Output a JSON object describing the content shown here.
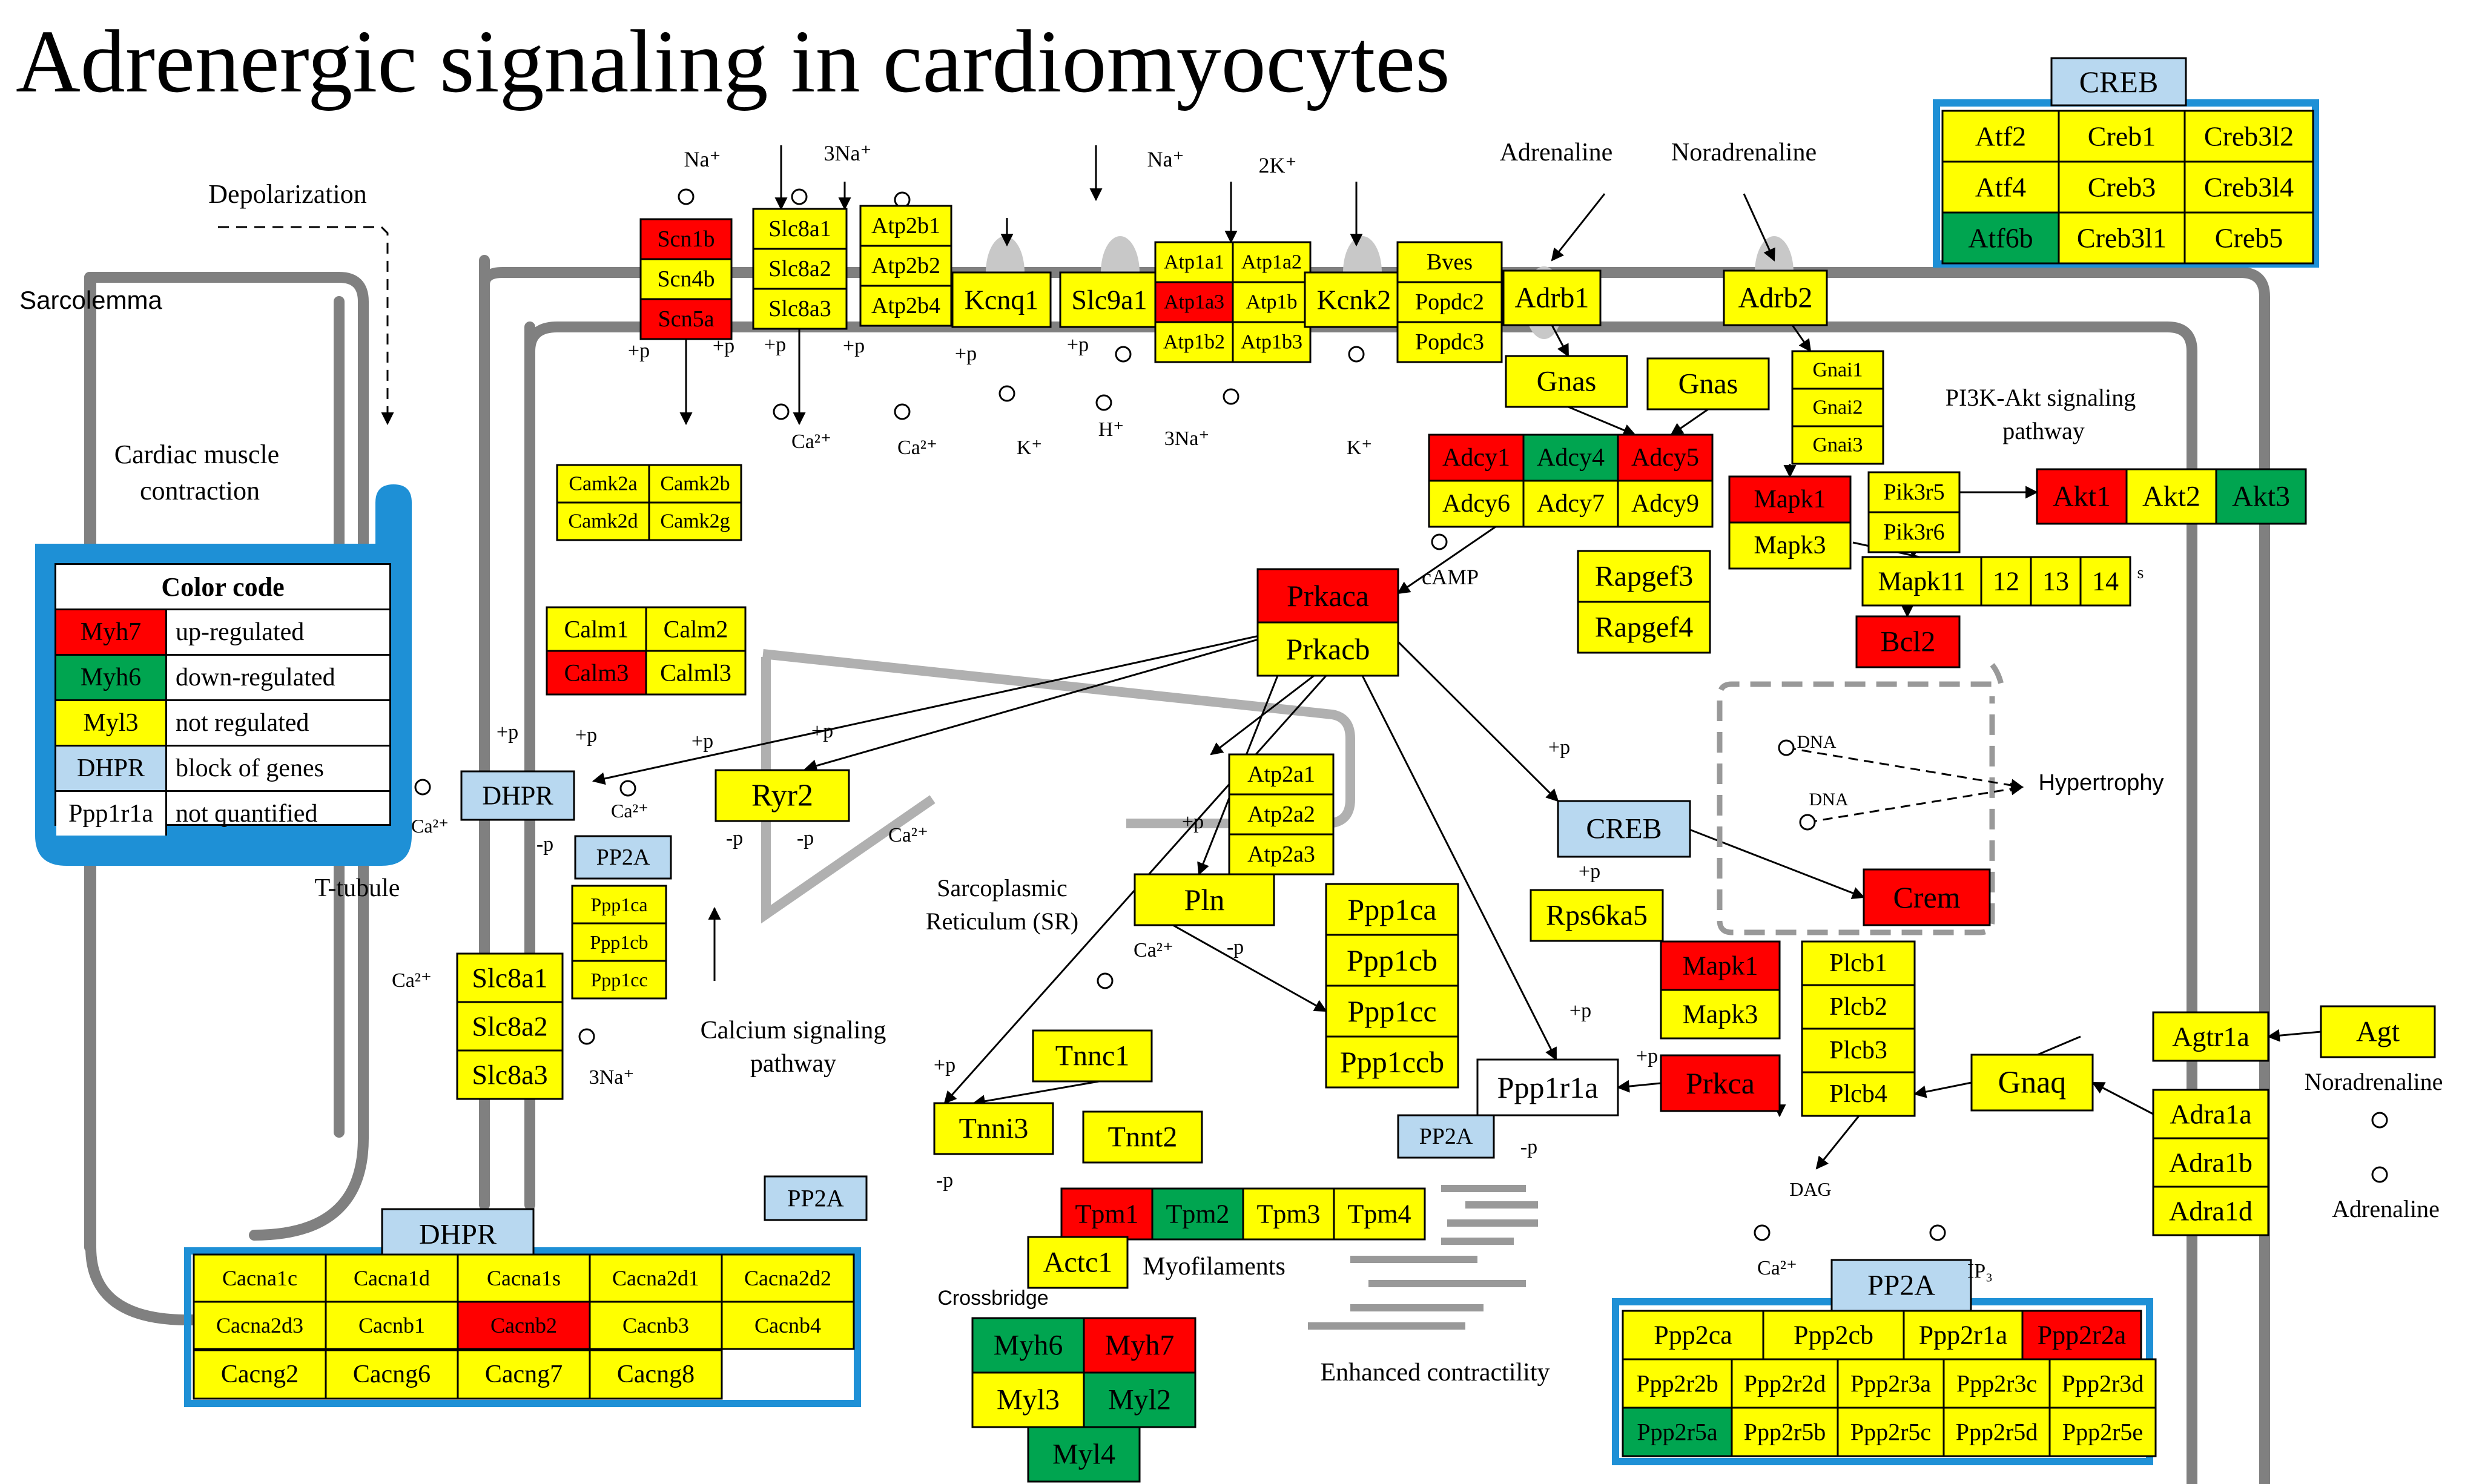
{
  "title": "Adrenergic signaling in cardiomyocytes",
  "colors": {
    "up": "#ff0000",
    "down": "#00a550",
    "none": "#ffff00",
    "block": "#b8d8f0",
    "nq": "#ffffff",
    "membrane": "#808080",
    "group_border": "#1e90d6"
  },
  "legend": {
    "title": "Color code",
    "rows": [
      {
        "gene": "Myh7",
        "status": "up",
        "text": "up-regulated"
      },
      {
        "gene": "Myh6",
        "status": "down",
        "text": "down-regulated"
      },
      {
        "gene": "Myl3",
        "status": "none",
        "text": "not regulated"
      },
      {
        "gene": "DHPR",
        "status": "block",
        "text": "block of genes"
      },
      {
        "gene": "Ppp1r1a",
        "status": "nq",
        "text": "not quantified"
      }
    ]
  },
  "labels": {
    "depolarization": "Depolarization",
    "sarcolemma": "Sarcolemma",
    "cardiac_muscle": "Cardiac muscle",
    "contraction": "contraction",
    "t_tubule": "T-tubule",
    "na_top": "Na⁺",
    "three_na_top": "3Na⁺",
    "na_top2": "Na⁺",
    "two_k": "2K⁺",
    "ca_a": "Ca²⁺",
    "ca_b": "Ca²⁺",
    "k_a": "K⁺",
    "h": "H⁺",
    "three_na_b": "3Na⁺",
    "k_b": "K⁺",
    "adrenaline": "Adrenaline",
    "noradrenaline": "Noradrenaline",
    "camp": "cAMP",
    "pi3k": "PI3K-Akt signaling",
    "pathway": "pathway",
    "dna1": "DNA",
    "dna2": "DNA",
    "hypertrophy": "Hypertrophy",
    "sr1": "Sarcoplasmic",
    "sr2": "Reticulum (SR)",
    "ca_sr": "Ca²⁺",
    "ca_dhpr": "Ca²⁺",
    "ca_dhpr2": "Ca²⁺",
    "ca_ryr": "Ca²⁺",
    "calcium_sig1": "Calcium signaling",
    "calcium_sig2": "pathway",
    "ca_ncx": "Ca²⁺",
    "three_na_ncx": "3Na⁺",
    "crossbridge": "Crossbridge",
    "myofilaments": "Myofilaments",
    "enhanced": "Enhanced contractility",
    "noradrenaline2": "Noradrenaline",
    "adrenaline2": "Adrenaline",
    "dag": "DAG",
    "ca_bottom": "Ca²⁺",
    "ip3": "IP₃",
    "p_plus": "+p",
    "p_minus": "-p",
    "small_s": "s"
  },
  "genes": [
    {
      "id": "scn1b",
      "name": "Scn1b",
      "s": "up"
    },
    {
      "id": "scn4b",
      "name": "Scn4b",
      "s": "none"
    },
    {
      "id": "scn5a",
      "name": "Scn5a",
      "s": "up"
    },
    {
      "id": "slc8a1t",
      "name": "Slc8a1",
      "s": "none"
    },
    {
      "id": "slc8a2t",
      "name": "Slc8a2",
      "s": "none"
    },
    {
      "id": "slc8a3t",
      "name": "Slc8a3",
      "s": "none"
    },
    {
      "id": "atp2b1",
      "name": "Atp2b1",
      "s": "none"
    },
    {
      "id": "atp2b2",
      "name": "Atp2b2",
      "s": "none"
    },
    {
      "id": "atp2b4",
      "name": "Atp2b4",
      "s": "none"
    },
    {
      "id": "kcnq1",
      "name": "Kcnq1",
      "s": "none"
    },
    {
      "id": "slc9a1",
      "name": "Slc9a1",
      "s": "none"
    },
    {
      "id": "atp1a1",
      "name": "Atp1a1",
      "s": "none"
    },
    {
      "id": "atp1a2",
      "name": "Atp1a2",
      "s": "none"
    },
    {
      "id": "atp1a3",
      "name": "Atp1a3",
      "s": "up"
    },
    {
      "id": "atp1b1",
      "name": "Atp1b",
      "s": "none"
    },
    {
      "id": "atp1b2",
      "name": "Atp1b2",
      "s": "none"
    },
    {
      "id": "atp1b3",
      "name": "Atp1b3",
      "s": "none"
    },
    {
      "id": "kcnk2",
      "name": "Kcnk2",
      "s": "none"
    },
    {
      "id": "bves",
      "name": "Bves",
      "s": "none"
    },
    {
      "id": "popdc2",
      "name": "Popdc2",
      "s": "none"
    },
    {
      "id": "popdc3",
      "name": "Popdc3",
      "s": "none"
    },
    {
      "id": "adrb1",
      "name": "Adrb1",
      "s": "none"
    },
    {
      "id": "adrb2",
      "name": "Adrb2",
      "s": "none"
    },
    {
      "id": "gnas1",
      "name": "Gnas",
      "s": "none"
    },
    {
      "id": "gnas2",
      "name": "Gnas",
      "s": "none"
    },
    {
      "id": "gnai1",
      "name": "Gnai1",
      "s": "none"
    },
    {
      "id": "gnai2",
      "name": "Gnai2",
      "s": "none"
    },
    {
      "id": "gnai3",
      "name": "Gnai3",
      "s": "none"
    },
    {
      "id": "adcy1",
      "name": "Adcy1",
      "s": "up"
    },
    {
      "id": "adcy4",
      "name": "Adcy4",
      "s": "down"
    },
    {
      "id": "adcy5",
      "name": "Adcy5",
      "s": "up"
    },
    {
      "id": "adcy6",
      "name": "Adcy6",
      "s": "none"
    },
    {
      "id": "adcy7",
      "name": "Adcy7",
      "s": "none"
    },
    {
      "id": "adcy9",
      "name": "Adcy9",
      "s": "none"
    },
    {
      "id": "mapk1a",
      "name": "Mapk1",
      "s": "up"
    },
    {
      "id": "mapk3a",
      "name": "Mapk3",
      "s": "none"
    },
    {
      "id": "pik3r5",
      "name": "Pik3r5",
      "s": "none"
    },
    {
      "id": "pik3r6",
      "name": "Pik3r6",
      "s": "none"
    },
    {
      "id": "akt1",
      "name": "Akt1",
      "s": "up"
    },
    {
      "id": "akt2",
      "name": "Akt2",
      "s": "none"
    },
    {
      "id": "akt3",
      "name": "Akt3",
      "s": "down"
    },
    {
      "id": "mapk11",
      "name": "Mapk11",
      "s": "none"
    },
    {
      "id": "m12",
      "name": "12",
      "s": "none"
    },
    {
      "id": "m13",
      "name": "13",
      "s": "none"
    },
    {
      "id": "m14",
      "name": "14",
      "s": "none"
    },
    {
      "id": "rapgef3",
      "name": "Rapgef3",
      "s": "none"
    },
    {
      "id": "rapgef4",
      "name": "Rapgef4",
      "s": "none"
    },
    {
      "id": "bcl2",
      "name": "Bcl2",
      "s": "up"
    },
    {
      "id": "camk2a",
      "name": "Camk2a",
      "s": "none"
    },
    {
      "id": "camk2b",
      "name": "Camk2b",
      "s": "none"
    },
    {
      "id": "camk2d",
      "name": "Camk2d",
      "s": "none"
    },
    {
      "id": "camk2g",
      "name": "Camk2g",
      "s": "none"
    },
    {
      "id": "calm1",
      "name": "Calm1",
      "s": "none"
    },
    {
      "id": "calm2",
      "name": "Calm2",
      "s": "none"
    },
    {
      "id": "calm3",
      "name": "Calm3",
      "s": "up"
    },
    {
      "id": "calml3",
      "name": "Calml3",
      "s": "none"
    },
    {
      "id": "prkaca",
      "name": "Prkaca",
      "s": "up"
    },
    {
      "id": "prkacb",
      "name": "Prkacb",
      "s": "none"
    },
    {
      "id": "dhpr_main",
      "name": "DHPR",
      "s": "block"
    },
    {
      "id": "ryr2",
      "name": "Ryr2",
      "s": "none"
    },
    {
      "id": "pp2a_a",
      "name": "PP2A",
      "s": "block"
    },
    {
      "id": "ppp1ca_s",
      "name": "Ppp1ca",
      "s": "none"
    },
    {
      "id": "ppp1cb_s",
      "name": "Ppp1cb",
      "s": "none"
    },
    {
      "id": "ppp1cc_s",
      "name": "Ppp1cc",
      "s": "none"
    },
    {
      "id": "atp2a1",
      "name": "Atp2a1",
      "s": "none"
    },
    {
      "id": "atp2a2",
      "name": "Atp2a2",
      "s": "none"
    },
    {
      "id": "atp2a3",
      "name": "Atp2a3",
      "s": "none"
    },
    {
      "id": "pln",
      "name": "Pln",
      "s": "none"
    },
    {
      "id": "ppp1ca",
      "name": "Ppp1ca",
      "s": "none"
    },
    {
      "id": "ppp1cb",
      "name": "Ppp1cb",
      "s": "none"
    },
    {
      "id": "ppp1cc",
      "name": "Ppp1cc",
      "s": "none"
    },
    {
      "id": "ppp1ccb",
      "name": "Ppp1ccb",
      "s": "none"
    },
    {
      "id": "creb_mid",
      "name": "CREB",
      "s": "block"
    },
    {
      "id": "rps6ka5",
      "name": "Rps6ka5",
      "s": "none"
    },
    {
      "id": "crem",
      "name": "Crem",
      "s": "up"
    },
    {
      "id": "mapk1b",
      "name": "Mapk1",
      "s": "up"
    },
    {
      "id": "mapk3b",
      "name": "Mapk3",
      "s": "none"
    },
    {
      "id": "ppp1r1a",
      "name": "Ppp1r1a",
      "s": "nq"
    },
    {
      "id": "prkca",
      "name": "Prkca",
      "s": "up"
    },
    {
      "id": "pp2a_b",
      "name": "PP2A",
      "s": "block"
    },
    {
      "id": "plcb1",
      "name": "Plcb1",
      "s": "none"
    },
    {
      "id": "plcb2",
      "name": "Plcb2",
      "s": "none"
    },
    {
      "id": "plcb3",
      "name": "Plcb3",
      "s": "none"
    },
    {
      "id": "plcb4",
      "name": "Plcb4",
      "s": "none"
    },
    {
      "id": "gnaq",
      "name": "Gnaq",
      "s": "none"
    },
    {
      "id": "agtr1a",
      "name": "Agtr1a",
      "s": "none"
    },
    {
      "id": "agt",
      "name": "Agt",
      "s": "none"
    },
    {
      "id": "adra1a",
      "name": "Adra1a",
      "s": "none"
    },
    {
      "id": "adra1b",
      "name": "Adra1b",
      "s": "none"
    },
    {
      "id": "adra1d",
      "name": "Adra1d",
      "s": "none"
    },
    {
      "id": "slc8a1",
      "name": "Slc8a1",
      "s": "none"
    },
    {
      "id": "slc8a2",
      "name": "Slc8a2",
      "s": "none"
    },
    {
      "id": "slc8a3",
      "name": "Slc8a3",
      "s": "none"
    },
    {
      "id": "tnnc1",
      "name": "Tnnc1",
      "s": "none"
    },
    {
      "id": "tnni3",
      "name": "Tnni3",
      "s": "none"
    },
    {
      "id": "tnnt2",
      "name": "Tnnt2",
      "s": "none"
    },
    {
      "id": "pp2a_c",
      "name": "PP2A",
      "s": "block"
    },
    {
      "id": "tpm1",
      "name": "Tpm1",
      "s": "up"
    },
    {
      "id": "tpm2",
      "name": "Tpm2",
      "s": "down"
    },
    {
      "id": "tpm3",
      "name": "Tpm3",
      "s": "none"
    },
    {
      "id": "tpm4",
      "name": "Tpm4",
      "s": "none"
    },
    {
      "id": "actc1",
      "name": "Actc1",
      "s": "none"
    },
    {
      "id": "myh6",
      "name": "Myh6",
      "s": "down"
    },
    {
      "id": "myh7",
      "name": "Myh7",
      "s": "up"
    },
    {
      "id": "myl3",
      "name": "Myl3",
      "s": "none"
    },
    {
      "id": "myl2",
      "name": "Myl2",
      "s": "down"
    },
    {
      "id": "myl4",
      "name": "Myl4",
      "s": "down"
    },
    {
      "id": "dhpr_hdr",
      "name": "DHPR",
      "s": "block"
    },
    {
      "id": "cacna1c",
      "name": "Cacna1c",
      "s": "none"
    },
    {
      "id": "cacna1d",
      "name": "Cacna1d",
      "s": "none"
    },
    {
      "id": "cacna1s",
      "name": "Cacna1s",
      "s": "none"
    },
    {
      "id": "cacna2d1",
      "name": "Cacna2d1",
      "s": "none"
    },
    {
      "id": "cacna2d2",
      "name": "Cacna2d2",
      "s": "none"
    },
    {
      "id": "cacna2d3",
      "name": "Cacna2d3",
      "s": "none"
    },
    {
      "id": "cacnb1",
      "name": "Cacnb1",
      "s": "none"
    },
    {
      "id": "cacnb2",
      "name": "Cacnb2",
      "s": "up"
    },
    {
      "id": "cacnb3",
      "name": "Cacnb3",
      "s": "none"
    },
    {
      "id": "cacnb4",
      "name": "Cacnb4",
      "s": "none"
    },
    {
      "id": "cacng2",
      "name": "Cacng2",
      "s": "none"
    },
    {
      "id": "cacng6",
      "name": "Cacng6",
      "s": "none"
    },
    {
      "id": "cacng7",
      "name": "Cacng7",
      "s": "none"
    },
    {
      "id": "cacng8",
      "name": "Cacng8",
      "s": "none"
    },
    {
      "id": "creb_hdr",
      "name": "CREB",
      "s": "block"
    },
    {
      "id": "atf2",
      "name": "Atf2",
      "s": "none"
    },
    {
      "id": "creb1",
      "name": "Creb1",
      "s": "none"
    },
    {
      "id": "creb3l2",
      "name": "Creb3l2",
      "s": "none"
    },
    {
      "id": "atf4",
      "name": "Atf4",
      "s": "none"
    },
    {
      "id": "creb3",
      "name": "Creb3",
      "s": "none"
    },
    {
      "id": "creb3l4",
      "name": "Creb3l4",
      "s": "none"
    },
    {
      "id": "atf6b",
      "name": "Atf6b",
      "s": "down"
    },
    {
      "id": "creb3l1",
      "name": "Creb3l1",
      "s": "none"
    },
    {
      "id": "creb5",
      "name": "Creb5",
      "s": "none"
    },
    {
      "id": "pp2a_hdr",
      "name": "PP2A",
      "s": "block"
    },
    {
      "id": "ppp2ca",
      "name": "Ppp2ca",
      "s": "none"
    },
    {
      "id": "ppp2cb",
      "name": "Ppp2cb",
      "s": "none"
    },
    {
      "id": "ppp2r1a",
      "name": "Ppp2r1a",
      "s": "none"
    },
    {
      "id": "ppp2r2a",
      "name": "Ppp2r2a",
      "s": "up"
    },
    {
      "id": "ppp2r2b",
      "name": "Ppp2r2b",
      "s": "none"
    },
    {
      "id": "ppp2r2d",
      "name": "Ppp2r2d",
      "s": "none"
    },
    {
      "id": "ppp2r3a",
      "name": "Ppp2r3a",
      "s": "none"
    },
    {
      "id": "ppp2r3c",
      "name": "Ppp2r3c",
      "s": "none"
    },
    {
      "id": "ppp2r3d",
      "name": "Ppp2r3d",
      "s": "none"
    },
    {
      "id": "ppp2r5a",
      "name": "Ppp2r5a",
      "s": "down"
    },
    {
      "id": "ppp2r5b",
      "name": "Ppp2r5b",
      "s": "none"
    },
    {
      "id": "ppp2r5c",
      "name": "Ppp2r5c",
      "s": "none"
    },
    {
      "id": "ppp2r5d",
      "name": "Ppp2r5d",
      "s": "none"
    },
    {
      "id": "ppp2r5e",
      "name": "Ppp2r5e",
      "s": "none"
    }
  ]
}
